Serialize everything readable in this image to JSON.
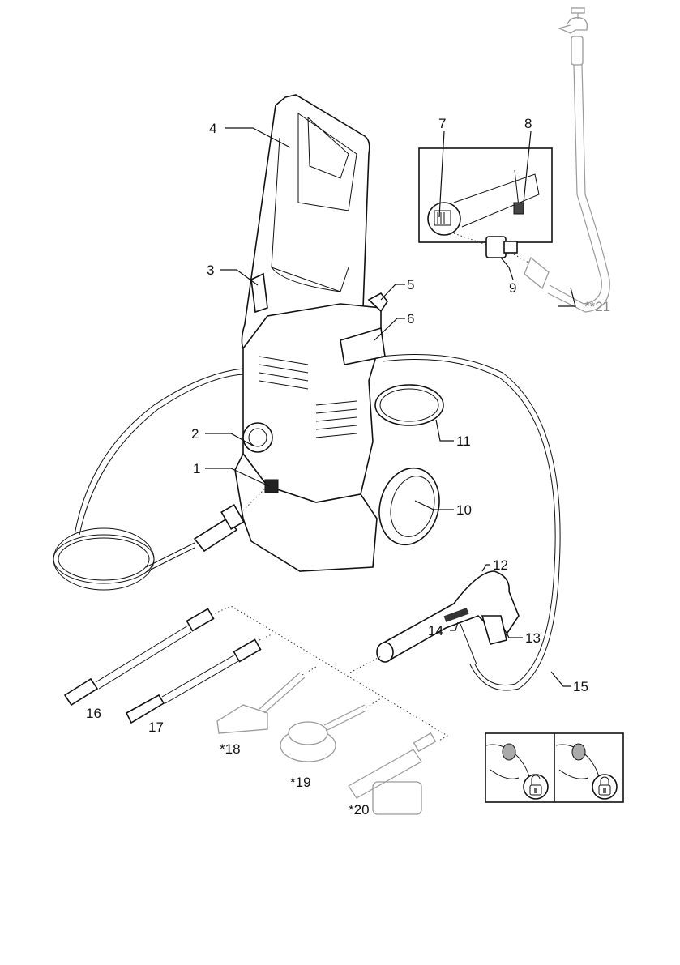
{
  "diagram": {
    "type": "exploded-parts-view",
    "subject": "pressure washer components",
    "callouts": [
      {
        "id": "1",
        "label": "1"
      },
      {
        "id": "2",
        "label": "2"
      },
      {
        "id": "3",
        "label": "3"
      },
      {
        "id": "4",
        "label": "4"
      },
      {
        "id": "5",
        "label": "5"
      },
      {
        "id": "6",
        "label": "6"
      },
      {
        "id": "7",
        "label": "7"
      },
      {
        "id": "8",
        "label": "8"
      },
      {
        "id": "9",
        "label": "9"
      },
      {
        "id": "10",
        "label": "10"
      },
      {
        "id": "11",
        "label": "11"
      },
      {
        "id": "12",
        "label": "12"
      },
      {
        "id": "13",
        "label": "13"
      },
      {
        "id": "14",
        "label": "14"
      },
      {
        "id": "15",
        "label": "15"
      },
      {
        "id": "16",
        "label": "16"
      },
      {
        "id": "17",
        "label": "17"
      },
      {
        "id": "18",
        "label": "*18"
      },
      {
        "id": "19",
        "label": "*19"
      },
      {
        "id": "20",
        "label": "*20"
      },
      {
        "id": "21",
        "label": "**21"
      }
    ],
    "inset_lock": {
      "unlocked_icon": "padlock-open-icon",
      "locked_icon": "padlock-closed-icon"
    }
  }
}
